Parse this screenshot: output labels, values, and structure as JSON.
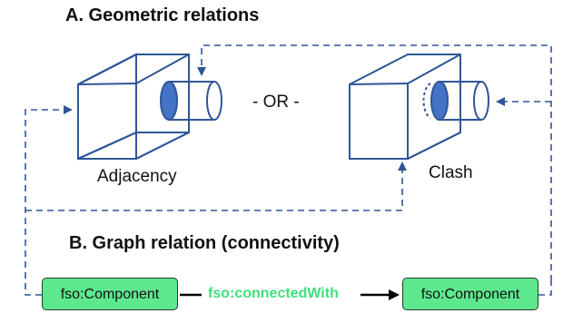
{
  "section_a": {
    "title": "A. Geometric relations"
  },
  "section_b": {
    "title": "B. Graph relation (connectivity)"
  },
  "relations": {
    "adjacency_label": "Adjacency",
    "clash_label": "Clash",
    "separator": "- OR -"
  },
  "graph": {
    "source_node": "fso:Component",
    "edge_label": "fso:connectedWith",
    "target_node": "fso:Component"
  },
  "colors": {
    "line_blue": "#2f5597",
    "pipe_fill": "#4472c4",
    "node_fill": "#5ee88e",
    "edge_label_green": "#3ee07a"
  }
}
